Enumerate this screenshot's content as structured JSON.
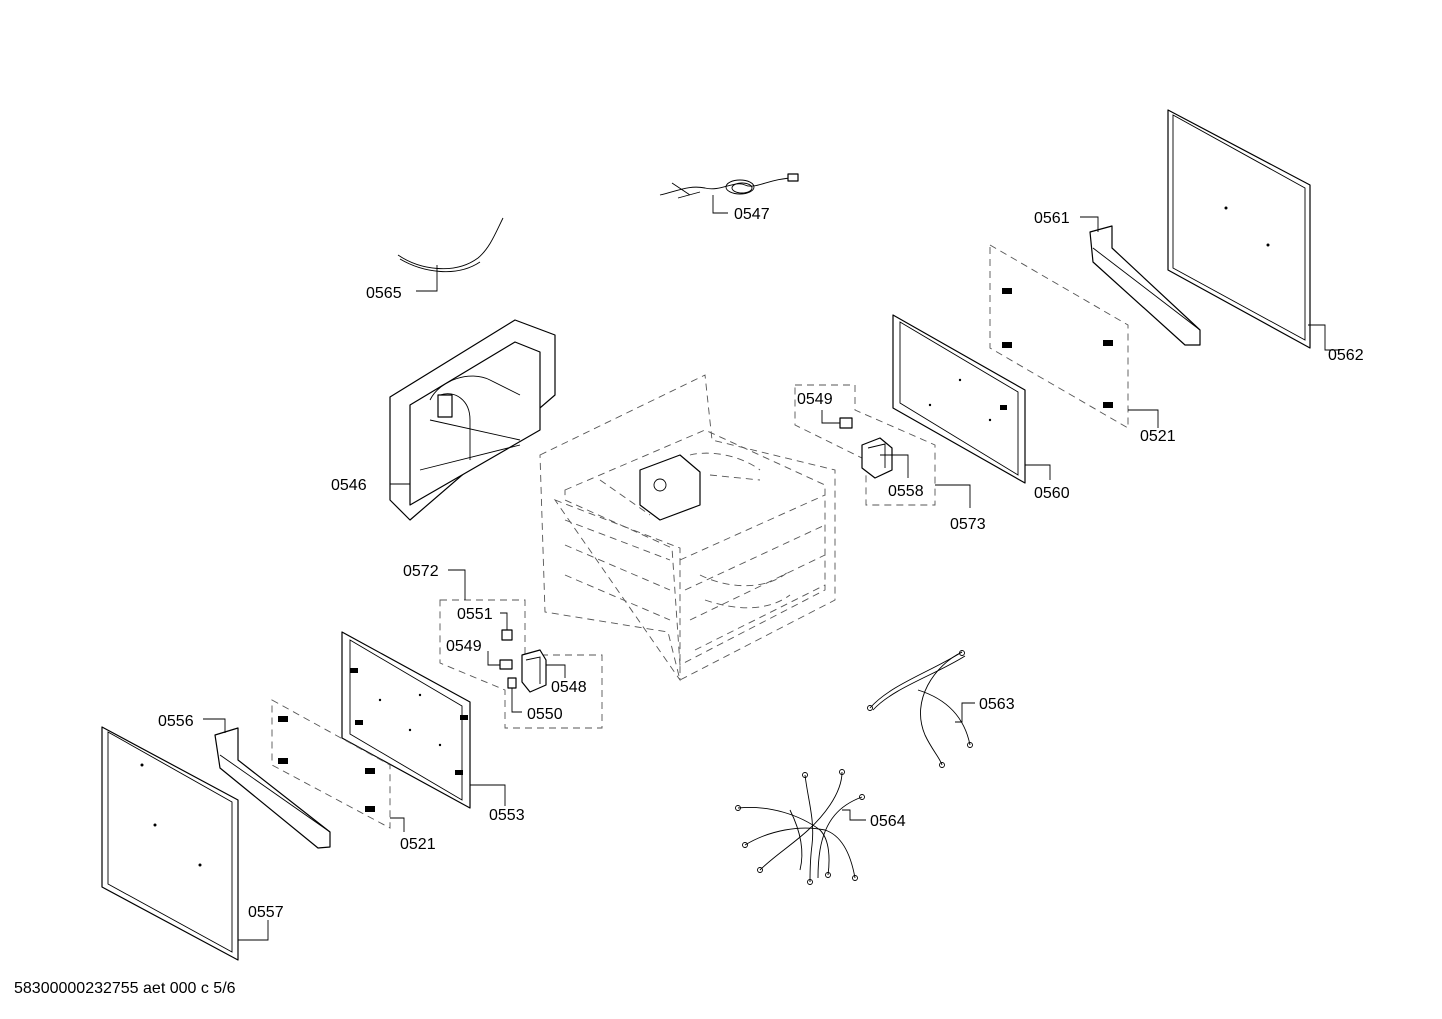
{
  "footer_code": "58300000232755 aet 000 c 5/6",
  "labels": {
    "p0547": "0547",
    "p0565": "0565",
    "p0546": "0546",
    "p0561": "0561",
    "p0562": "0562",
    "p0521_top": "0521",
    "p0560": "0560",
    "p0549_top": "0549",
    "p0558": "0558",
    "p0573": "0573",
    "p0572": "0572",
    "p0551": "0551",
    "p0549_bottom": "0549",
    "p0548": "0548",
    "p0550": "0550",
    "p0556": "0556",
    "p0553": "0553",
    "p0521_bottom": "0521",
    "p0557": "0557",
    "p0563": "0563",
    "p0564": "0564"
  }
}
